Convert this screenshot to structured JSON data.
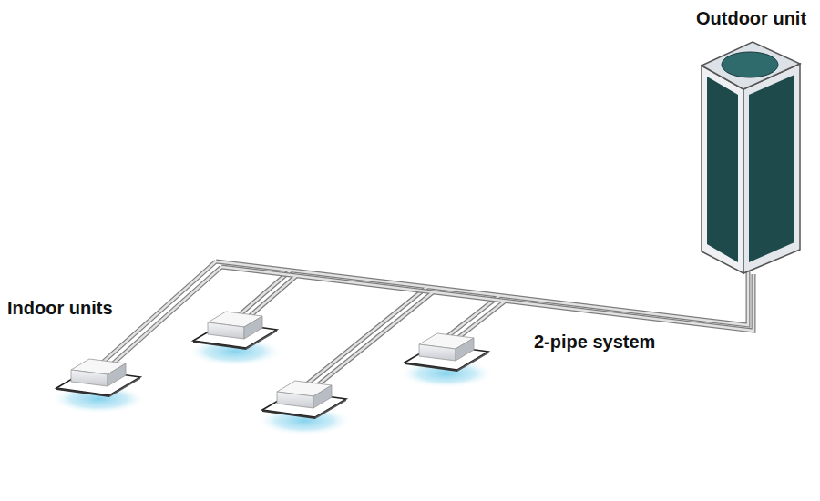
{
  "diagram": {
    "nodes": [
      {
        "text": [
          "Outdoor unit"
        ]
      }
    ],
    "labels": [
      "Indoor units",
      "2-pipe system"
    ]
  }
}
